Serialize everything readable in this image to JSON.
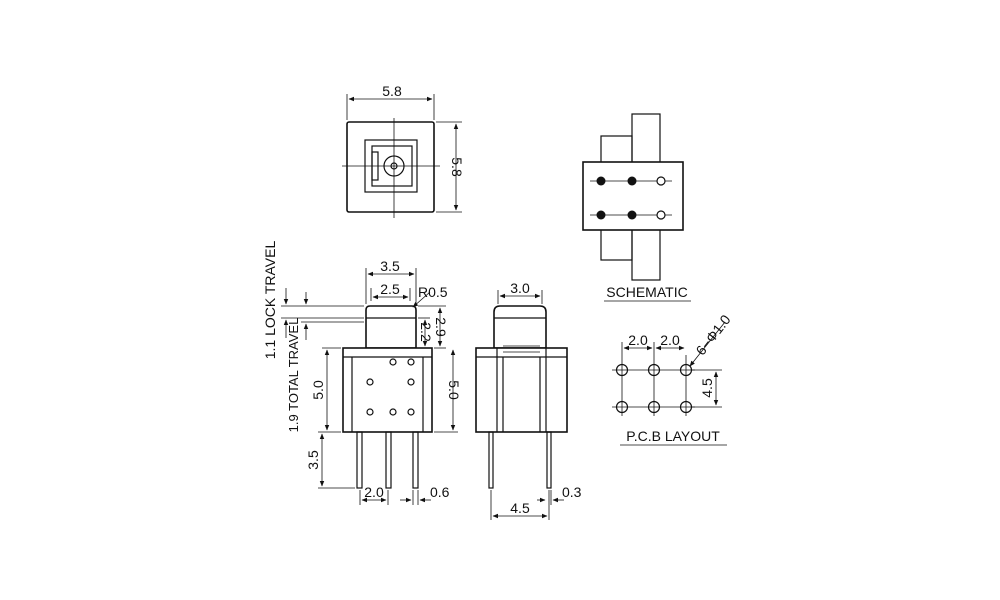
{
  "top_view": {
    "width_label": "5.8",
    "height_label": "5.8"
  },
  "front_view": {
    "width_top_label": "3.5",
    "width_inner_label": "2.5",
    "radius_label": "R0.5",
    "cap_height_small_label": "2.2",
    "cap_height_label": "2.9",
    "body_height_left_label": "5.0",
    "body_height_right_label": "5.0",
    "pin_length_label": "3.5",
    "pin_pitch_label": "2.0",
    "pin_width_label": "0.6",
    "lock_travel_label": "1.1 LOCK TRAVEL",
    "total_travel_label": "1.9 TOTAL TRAVEL"
  },
  "side_view": {
    "width_top_label": "3.0",
    "pin_spacing_label": "4.5",
    "pin_thickness_label": "0.3"
  },
  "schematic": {
    "caption": "SCHEMATIC"
  },
  "pcb_layout": {
    "caption": "P.C.B LAYOUT",
    "pitch_a_label": "2.0",
    "pitch_b_label": "2.0",
    "hole_label": "6−Φ1.0",
    "row_spacing_label": "4.5"
  }
}
